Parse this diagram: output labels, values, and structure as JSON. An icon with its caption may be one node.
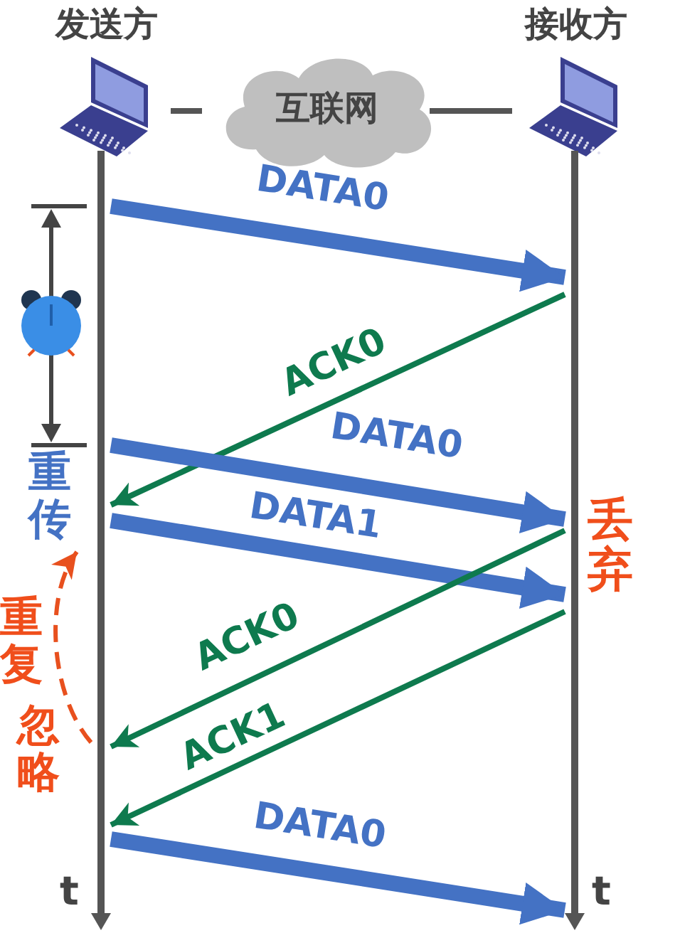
{
  "diagram": {
    "nodes": [
      {
        "text": [
          "发送方"
        ]
      },
      {
        "text": [
          "接收方"
        ]
      },
      {
        "text": [
          "互联网"
        ]
      },
      {
        "text": [],
        "shape": "bar",
        "beside": [
          "t"
        ]
      },
      {
        "text": [],
        "shape": "bar",
        "beside": [
          "t"
        ]
      },
      {
        "text": [
          "重传"
        ]
      }
    ],
    "edges": [
      {
        "from": 0,
        "to": 2,
        "arrow": "none",
        "color": "#555555"
      },
      {
        "from": 2,
        "to": 1,
        "arrow": "none",
        "color": "#555555"
      },
      {
        "from": 3,
        "to": 4,
        "arrow": "to",
        "label": "DATA0",
        "style": "thick"
      },
      {
        "from": 4,
        "to": 3,
        "arrow": "to",
        "label": "ACK0",
        "color": "#0e7a4e"
      },
      {
        "from": 3,
        "to": 4,
        "arrow": "to",
        "label": "DATA0",
        "style": "thick"
      },
      {
        "from": 3,
        "to": 4,
        "arrow": "to",
        "label": "DATA1",
        "style": "thick"
      },
      {
        "from": 4,
        "to": 3,
        "arrow": "to",
        "label": "ACK0",
        "color": "#0e7a4e"
      },
      {
        "from": 4,
        "to": 3,
        "arrow": "to",
        "label": "ACK1",
        "color": "#0e7a4e"
      },
      {
        "from": 3,
        "to": 4,
        "arrow": "to",
        "label": "DATA0",
        "style": "thick"
      },
      {
        "from": 3,
        "to": 5,
        "arrow": "to",
        "style": "dashed",
        "color": "#e8501e"
      }
    ],
    "labels": [
      "丢弃",
      "重复",
      "忽略"
    ]
  }
}
